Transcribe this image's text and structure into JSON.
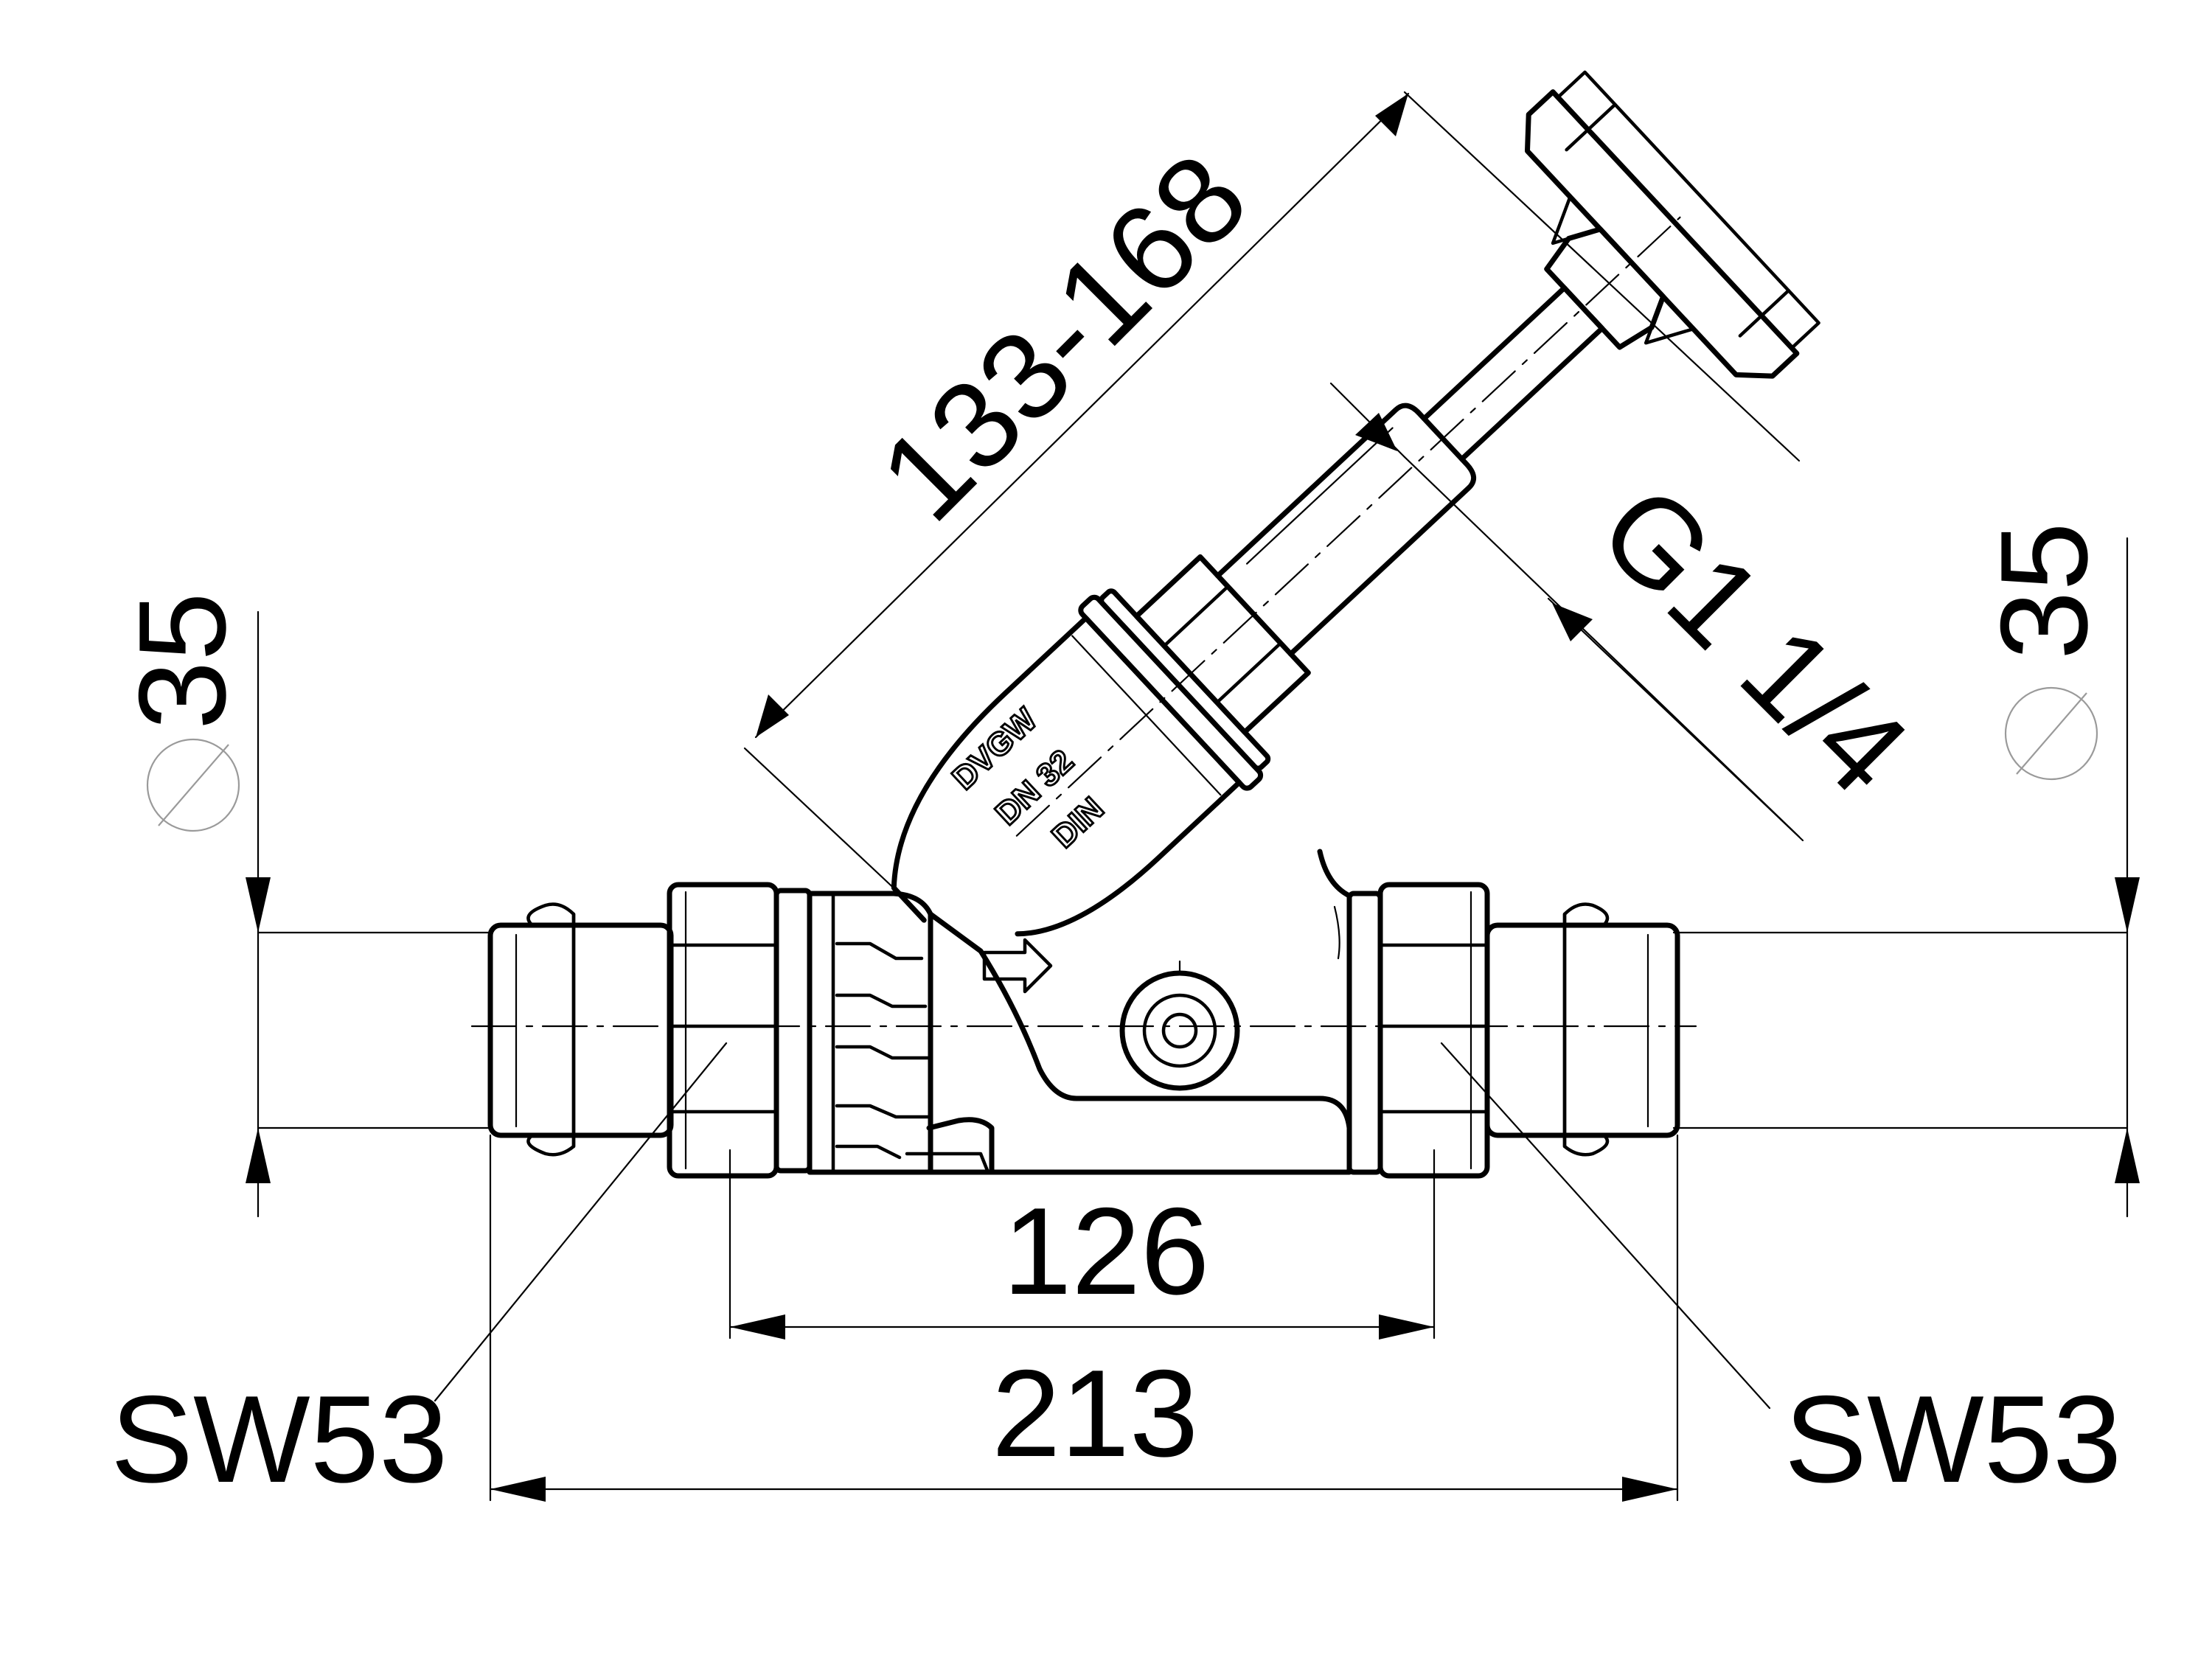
{
  "dimensions": {
    "length_adjust": "133-168",
    "thread": "G1 1/4",
    "dia_left": "35",
    "dia_right": "35",
    "nut_span": "126",
    "overall": "213",
    "wrench_left": "SW53",
    "wrench_right": "SW53"
  },
  "markings": {
    "brand": "DVGW",
    "size": "DN 32",
    "standard": "DIN"
  }
}
